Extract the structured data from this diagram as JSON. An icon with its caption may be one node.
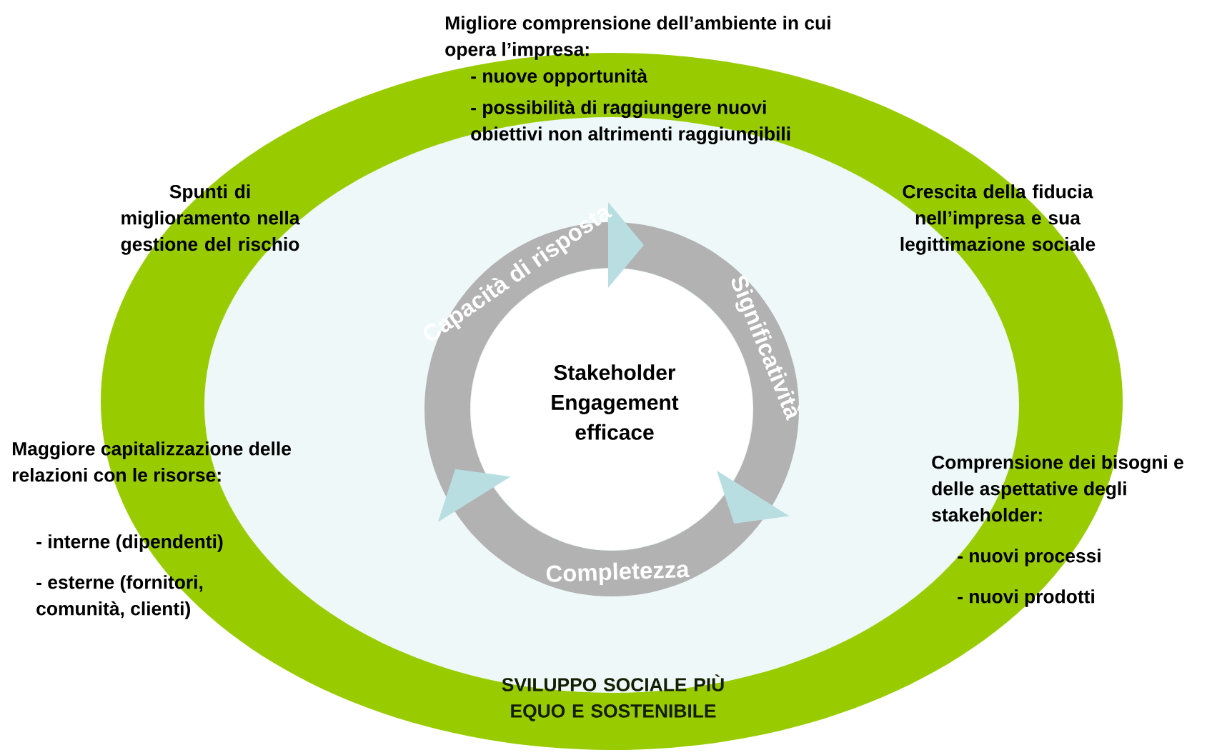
{
  "diagram": {
    "nodes": [
      {
        "text": [
          "Stakeholder Engagement efficace"
        ]
      }
    ],
    "labels": [
      "Migliore comprensione dell’ambiente in cui opera l’impresa:",
      "- nuove opportunità",
      "- possibilità di raggiungere nuovi obiettivi non altrimenti raggiungibili",
      "Spunti di miglioramento nella gestione del rischio",
      "Crescita della fiducia nell’impresa e sua legittimazione sociale",
      "Capacità di risposta",
      "Significatività",
      "Maggiore capitalizzazione delle relazioni con le risorse:",
      "- interne (dipendenti)",
      "- esterne (fornitori, comunità, clienti)",
      "Comprensione dei bisogni e delle aspettative degli stakeholder:",
      "- nuovi processi",
      "- nuovi prodotti",
      "Completezza",
      "SVILUPPO SOCIALE PIÙ EQUO E SOSTENIBILE"
    ]
  }
}
